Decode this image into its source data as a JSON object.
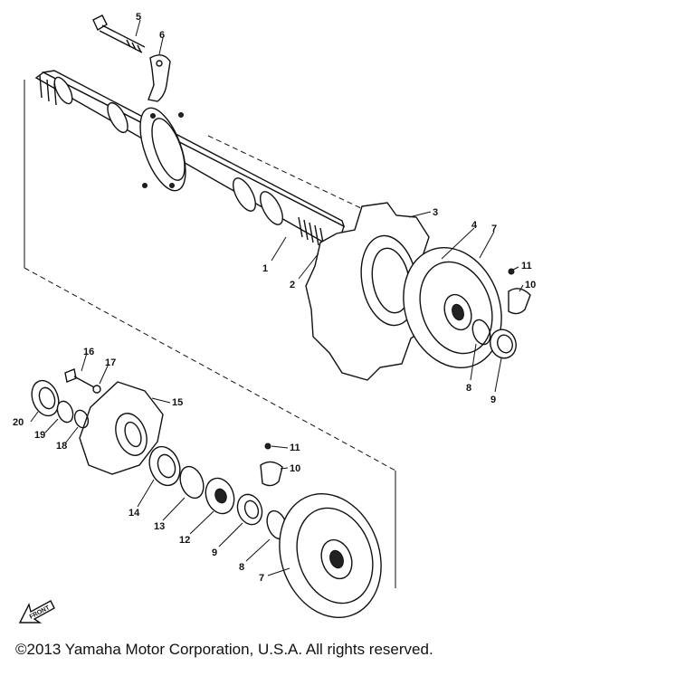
{
  "diagram": {
    "callouts": [
      {
        "label": "5"
      },
      {
        "label": "6"
      },
      {
        "label": "3"
      },
      {
        "label": "4"
      },
      {
        "label": "7"
      },
      {
        "label": "11"
      },
      {
        "label": "10"
      },
      {
        "label": "1"
      },
      {
        "label": "2"
      },
      {
        "label": "8"
      },
      {
        "label": "9"
      },
      {
        "label": "16"
      },
      {
        "label": "17"
      },
      {
        "label": "15"
      },
      {
        "label": "20"
      },
      {
        "label": "19"
      },
      {
        "label": "18"
      },
      {
        "label": "11"
      },
      {
        "label": "10"
      },
      {
        "label": "14"
      },
      {
        "label": "13"
      },
      {
        "label": "12"
      },
      {
        "label": "9"
      },
      {
        "label": "8"
      },
      {
        "label": "7"
      }
    ],
    "front_arrow_label": "FRONT"
  },
  "footer": {
    "copyright": "©2013 Yamaha Motor Corporation, U.S.A. All rights reserved."
  }
}
